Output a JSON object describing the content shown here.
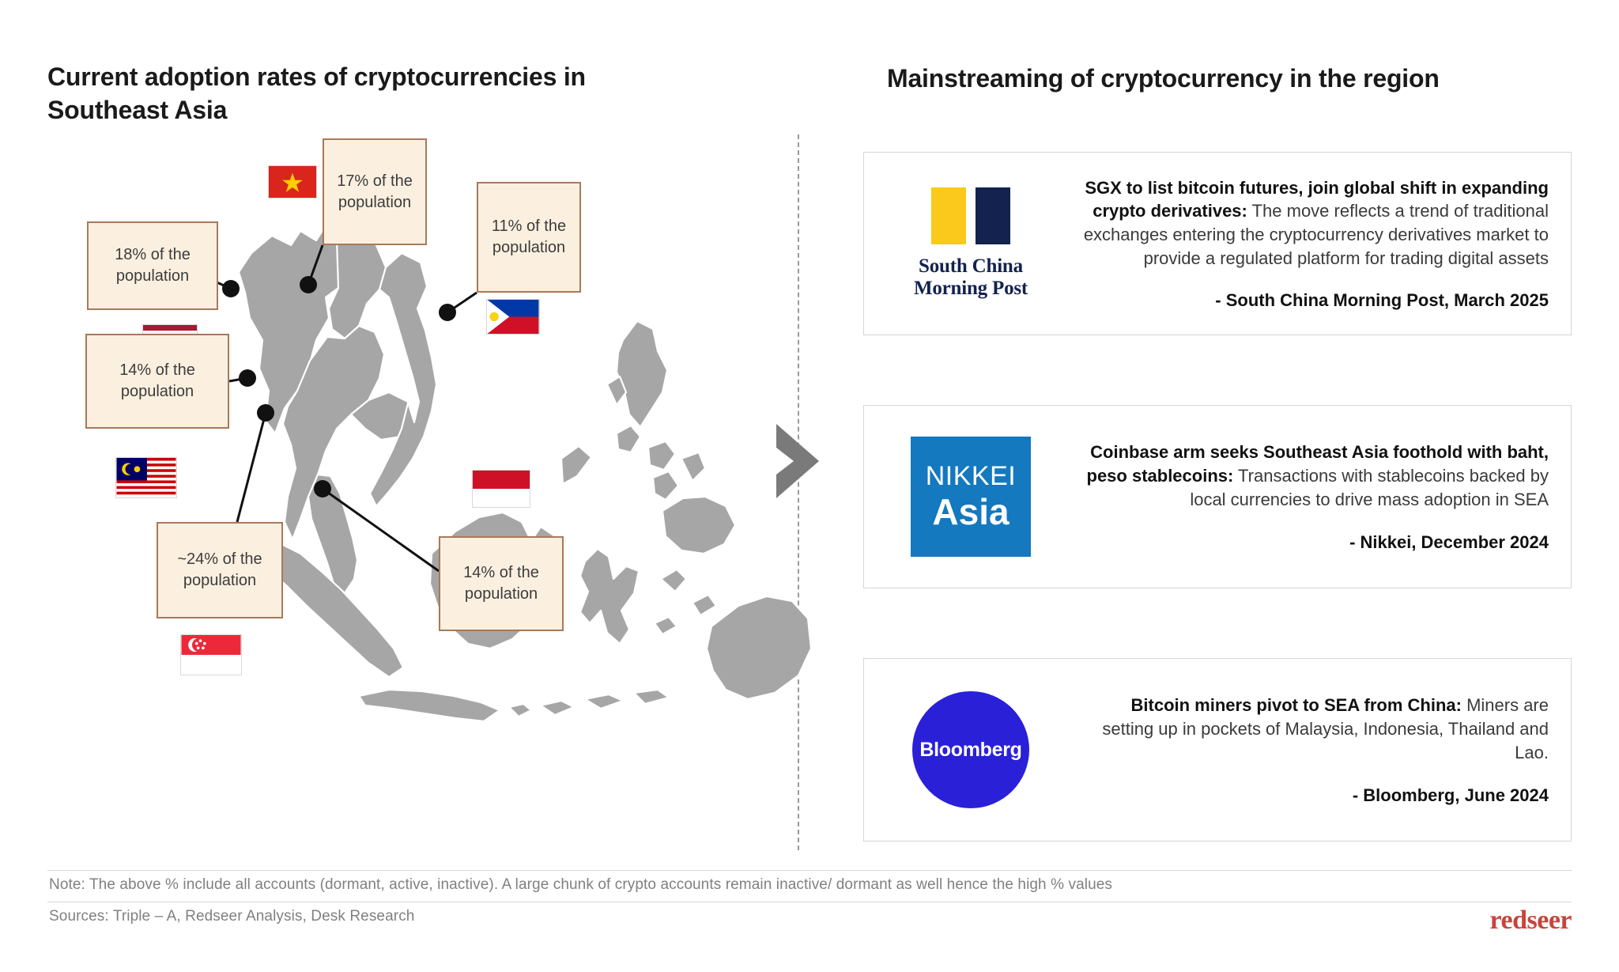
{
  "left_panel": {
    "title": "Current adoption rates of cryptocurrencies in Southeast Asia",
    "callouts": [
      {
        "id": "thailand",
        "value": "18% of the\npopulation",
        "country": "Thailand",
        "flag": "thailand-flag"
      },
      {
        "id": "vietnam",
        "value": "17% of the\npopulation",
        "country": "Vietnam",
        "flag": "vietnam-flag"
      },
      {
        "id": "philippines",
        "value": "11% of the\npopulation",
        "country": "Philippines",
        "flag": "philippines-flag"
      },
      {
        "id": "malaysia",
        "value": "14% of the\npopulation",
        "country": "Malaysia",
        "flag": "malaysia-flag"
      },
      {
        "id": "singapore",
        "value": "~24% of the\npopulation",
        "country": "Singapore",
        "flag": "singapore-flag"
      },
      {
        "id": "indonesia",
        "value": "14% of the\npopulation",
        "country": "Indonesia",
        "flag": "indonesia-flag"
      }
    ]
  },
  "right_panel": {
    "title": "Mainstreaming of cryptocurrency in the region",
    "cards": [
      {
        "logo_name": "south-china-morning-post-logo",
        "logo_line1": "South China",
        "logo_line2": "Morning Post",
        "headline": "SGX to list bitcoin futures, join global shift in expanding crypto derivatives:",
        "body": " The move reflects a trend of traditional exchanges entering the cryptocurrency derivatives market to provide a regulated platform for trading digital assets",
        "source": "- South China Morning Post, March 2025"
      },
      {
        "logo_name": "nikkei-asia-logo",
        "logo_line1": "NIKKEI",
        "logo_line2": "Asia",
        "headline": "Coinbase arm seeks Southeast Asia foothold with baht, peso stablecoins:",
        "body": " Transactions with stablecoins backed by local currencies to drive mass adoption in SEA",
        "source": "- Nikkei, December 2024"
      },
      {
        "logo_name": "bloomberg-logo",
        "logo_line1": "Bloomberg",
        "logo_line2": "",
        "headline": "Bitcoin miners pivot to SEA from China:",
        "body": " Miners are setting up in pockets of Malaysia, Indonesia, Thailand and Lao.",
        "source": "- Bloomberg,  June 2024"
      }
    ]
  },
  "footer": {
    "note": "Note: The above % include all accounts (dormant, active, inactive). A large chunk of crypto accounts remain inactive/ dormant as well hence the high % values",
    "sources": "Sources: Triple – A, Redseer Analysis, Desk Research",
    "brand": "redseer"
  },
  "colors": {
    "callout_fill": "#fbf0e0",
    "callout_border": "#a8795a",
    "map_land": "#a6a6a6",
    "scmp_yellow": "#FBC81C",
    "scmp_navy": "#13224F",
    "nikkei_blue": "#1479BE",
    "bloomberg_blue": "#2A20D8",
    "brand_red": "#C8443C",
    "arrow_gray": "#7a7a7a"
  }
}
